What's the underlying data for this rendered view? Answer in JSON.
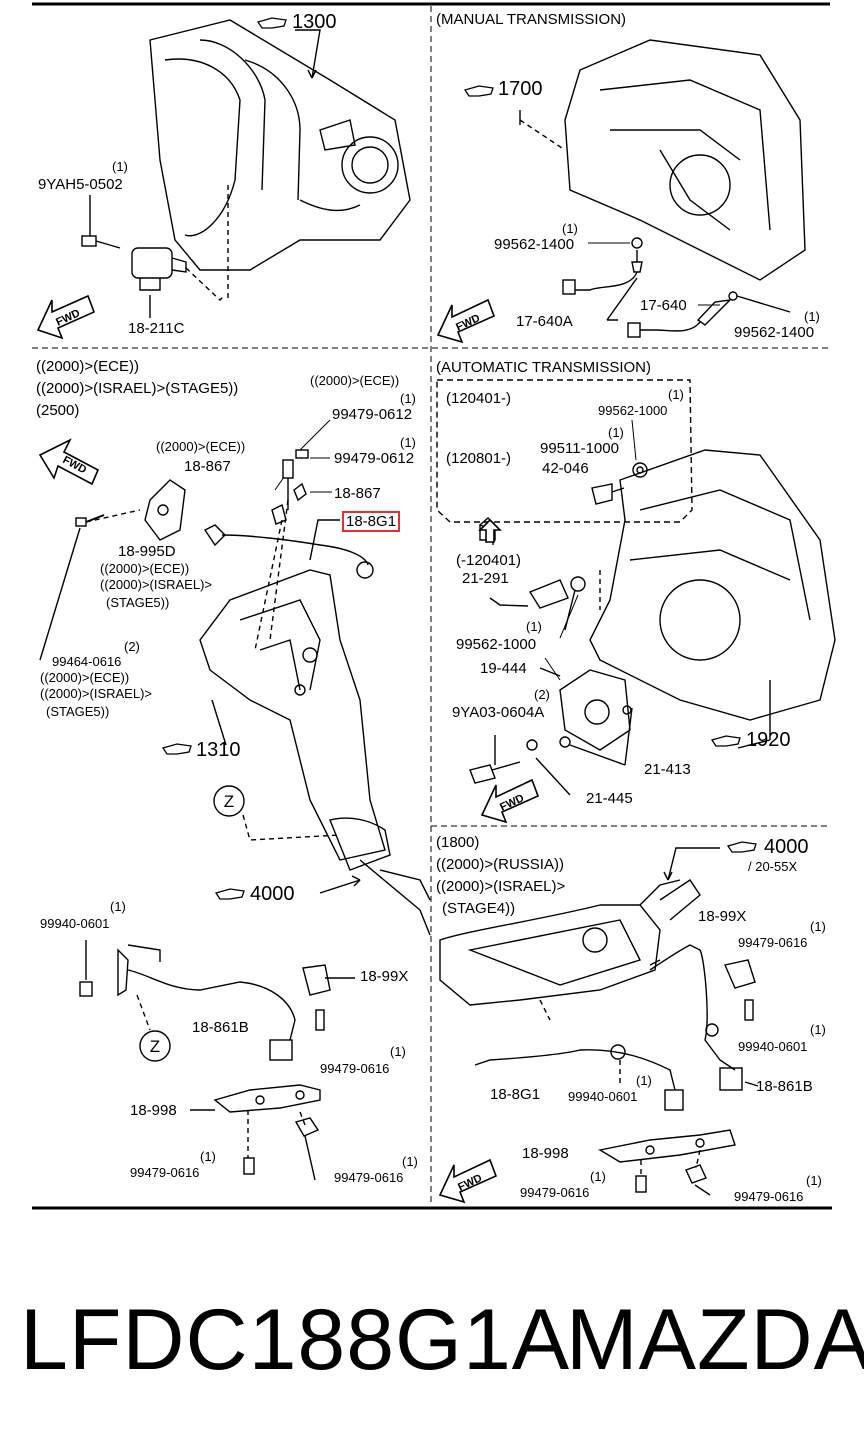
{
  "panels": {
    "top_left": {
      "ref_main": "1300",
      "parts": {
        "bolt_qty": "(1)",
        "bolt": "9YAH5-0502",
        "valve": "18-211C"
      },
      "fwd": "FWD"
    },
    "top_right": {
      "heading": "(MANUAL TRANSMISSION)",
      "ref_main": "1700",
      "parts": {
        "washer1_qty": "(1)",
        "washer1": "99562-1400",
        "sensor_a": "17-640A",
        "sensor": "17-640",
        "washer2_qty": "(1)",
        "washer2": "99562-1400"
      },
      "fwd": "FWD"
    },
    "mid_left": {
      "cond1": "((2000)>(ECE))",
      "cond2": "((2000)>(ISRAEL)>(STAGE5))",
      "cond3": "(2500)",
      "cond_ece_top": "((2000)>(ECE))",
      "bolt1_qty": "(1)",
      "bolt1": "99479-0612",
      "cond_ece_left": "((2000)>(ECE))",
      "clip_left": "18-867",
      "bolt2_qty": "(1)",
      "bolt2": "99479-0612",
      "clip_right": "18-867",
      "highlight": "18-8G1",
      "bracket": "18-995D",
      "bracket_cond1": "((2000)>(ECE))",
      "bracket_cond2": "((2000)>(ISRAEL)>",
      "bracket_cond3": "(STAGE5))",
      "bolt3_qty": "(2)",
      "bolt3": "99464-0616",
      "bolt3_cond1": "((2000)>(ECE))",
      "bolt3_cond2": "((2000)>(ISRAEL)>",
      "bolt3_cond3": "(STAGE5))",
      "ref_1310": "1310",
      "z": "Z",
      "ref_4000": "4000",
      "fwd": "FWD"
    },
    "mid_right": {
      "heading": "(AUTOMATIC TRANSMISSION)",
      "box_date": "(120401-)",
      "washer_qty": "(1)",
      "washer": "99562-1000",
      "seal_qty": "(1)",
      "seal": "99511-1000",
      "date2": "(120801-)",
      "plug": "42-046",
      "date3": "(-120401)",
      "switch": "21-291",
      "washer2": "99562-1000",
      "washer2_qty": "(1)",
      "sensor": "19-444",
      "bolt_qty": "(2)",
      "bolt": "9YA03-0604A",
      "ref_1920": "1920",
      "oring": "21-413",
      "washer3": "21-445",
      "fwd": "FWD"
    },
    "bottom_left": {
      "nut_qty": "(1)",
      "nut": "99940-0601",
      "bracket": "18-99X",
      "sensor": "18-861B",
      "z": "Z",
      "bolt1_qty": "(1)",
      "bolt1": "99479-0616",
      "bracket2": "18-998",
      "bolt2_qty": "(1)",
      "bolt2": "99479-0616",
      "bolt3_qty": "(1)",
      "bolt3": "99479-0616"
    },
    "bottom_right": {
      "cond1": "(1800)",
      "cond2": "((2000)>(RUSSIA))",
      "cond3": "((2000)>(ISRAEL)>",
      "cond4": "(STAGE4))",
      "ref_4000": "4000",
      "ref_sub": "/ 20-55X",
      "bracket": "18-99X",
      "bolt1_qty": "(1)",
      "bolt1": "99479-0616",
      "nut1_qty": "(1)",
      "nut1": "99940-0601",
      "sensor_b": "18-861B",
      "sensor_g": "18-8G1",
      "nut2_qty": "(1)",
      "nut2": "99940-0601",
      "bracket2": "18-998",
      "bolt2_qty": "(1)",
      "bolt2": "99479-0616",
      "bolt3_qty": "(1)",
      "bolt3": "99479-0616",
      "fwd": "FWD"
    }
  },
  "footer": {
    "part_number": "LFDC188G1A",
    "brand": "MAZDA"
  },
  "colors": {
    "highlight": "#e03030",
    "line": "#000000"
  }
}
